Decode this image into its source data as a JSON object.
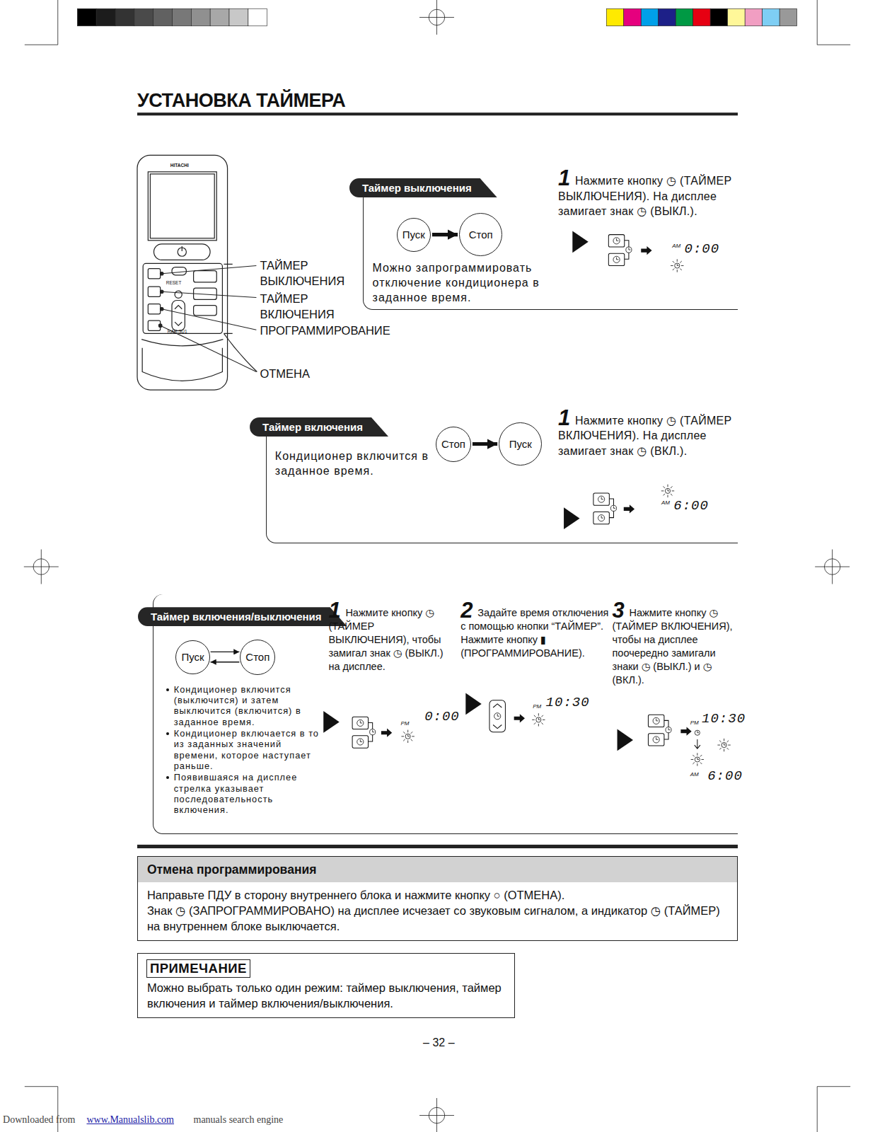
{
  "diagram": {
    "title": "УСТАНОВКА ТАЙМЕРА",
    "nodes": [
      {
        "text": [
          "Таймер выключения",
          "Можно запрограммировать отключение кондиционера в заданное время."
        ]
      },
      {
        "text": [
          "Пуск"
        ],
        "in": 0
      },
      {
        "text": [
          "Стоп"
        ],
        "in": 0
      },
      {
        "text": [
          "Таймер включения",
          "Кондиционер включится в заданное время."
        ]
      },
      {
        "text": [
          "Стоп"
        ],
        "in": 3
      },
      {
        "text": [
          "Пуск"
        ],
        "in": 3
      },
      {
        "text": [
          "Таймер включения/выключения",
          "Кондиционер включится (выключится) и затем выключится (включится) в заданное время.",
          "Кондиционер включается в то из заданных значений времени, которое наступает раньше.",
          "Появившаяся на дисплее стрелка указывает последовательность включения."
        ]
      },
      {
        "text": [
          "Пуск"
        ],
        "in": 6
      },
      {
        "text": [
          "Стоп"
        ],
        "in": 6
      },
      {
        "text": [
          "Отмена программирования",
          "Направьте ПДУ в сторону внутреннего блока и нажмите кнопку ○ (ОТМЕНА).",
          "Знак ◷ (ЗАПРОГРАММИРОВАНО) на дисплее исчезает со звуковым сигналом, а индикатор ◷ (ТАЙМЕР) на внутреннем блоке выключается."
        ]
      },
      {
        "text": [
          "ПРИМЕЧАНИЕ",
          "Можно выбрать только один режим: таймер выключения, таймер включения и таймер включения/выключения."
        ]
      }
    ],
    "edges": [
      {
        "from": 1,
        "to": 2,
        "arrow": "to"
      },
      {
        "from": 4,
        "to": 5,
        "arrow": "to"
      },
      {
        "from": 7,
        "to": 8,
        "arrow": "to"
      },
      {
        "from": 8,
        "to": 7,
        "arrow": "to"
      }
    ],
    "labels": [
      "ТАЙМЕР ВЫКЛЮЧЕНИЯ",
      "ТАЙМЕР ВКЛЮЧЕНИЯ",
      "ПРОГРАММИРОВАНИЕ",
      "ОТМЕНА",
      "HITACHI",
      "RESET",
      "1",
      "Нажмите кнопку ◷ (ТАЙМЕР ВЫКЛЮЧЕНИЯ). На дисплее замигает знак ◷ (ВЫКЛ.).",
      "AM",
      "0:00",
      "1",
      "Нажмите кнопку ◷ (ТАЙМЕР ВКЛЮЧЕНИЯ). На дисплее замигает знак ◷ (ВКЛ.).",
      "AM",
      "6:00",
      "1",
      "Нажмите кнопку ◷ (ТАЙМЕР ВЫКЛЮЧЕНИЯ), чтобы замигал знак ◷ (ВЫКЛ.) на дисплее.",
      "PM",
      "0:00",
      "2",
      "Задайте время отключения с помощью кнопки “ТАЙМЕР”. Нажмите кнопку ▮ (ПРОГРАММИРОВАНИЕ).",
      "PM",
      "10:30",
      "3",
      "Нажмите кнопку ◷ (ТАЙМЕР ВКЛЮЧЕНИЯ), чтобы на дисплее поочередно замигали знаки ◷ (ВЫКЛ.) и ◷ (ВКЛ.).",
      "PM",
      "10:30",
      "AM",
      "6:00",
      "– 32 –",
      "Downloaded from",
      "www.Manualslib.com",
      "manuals search engine",
      "RAR-3U1"
    ]
  }
}
